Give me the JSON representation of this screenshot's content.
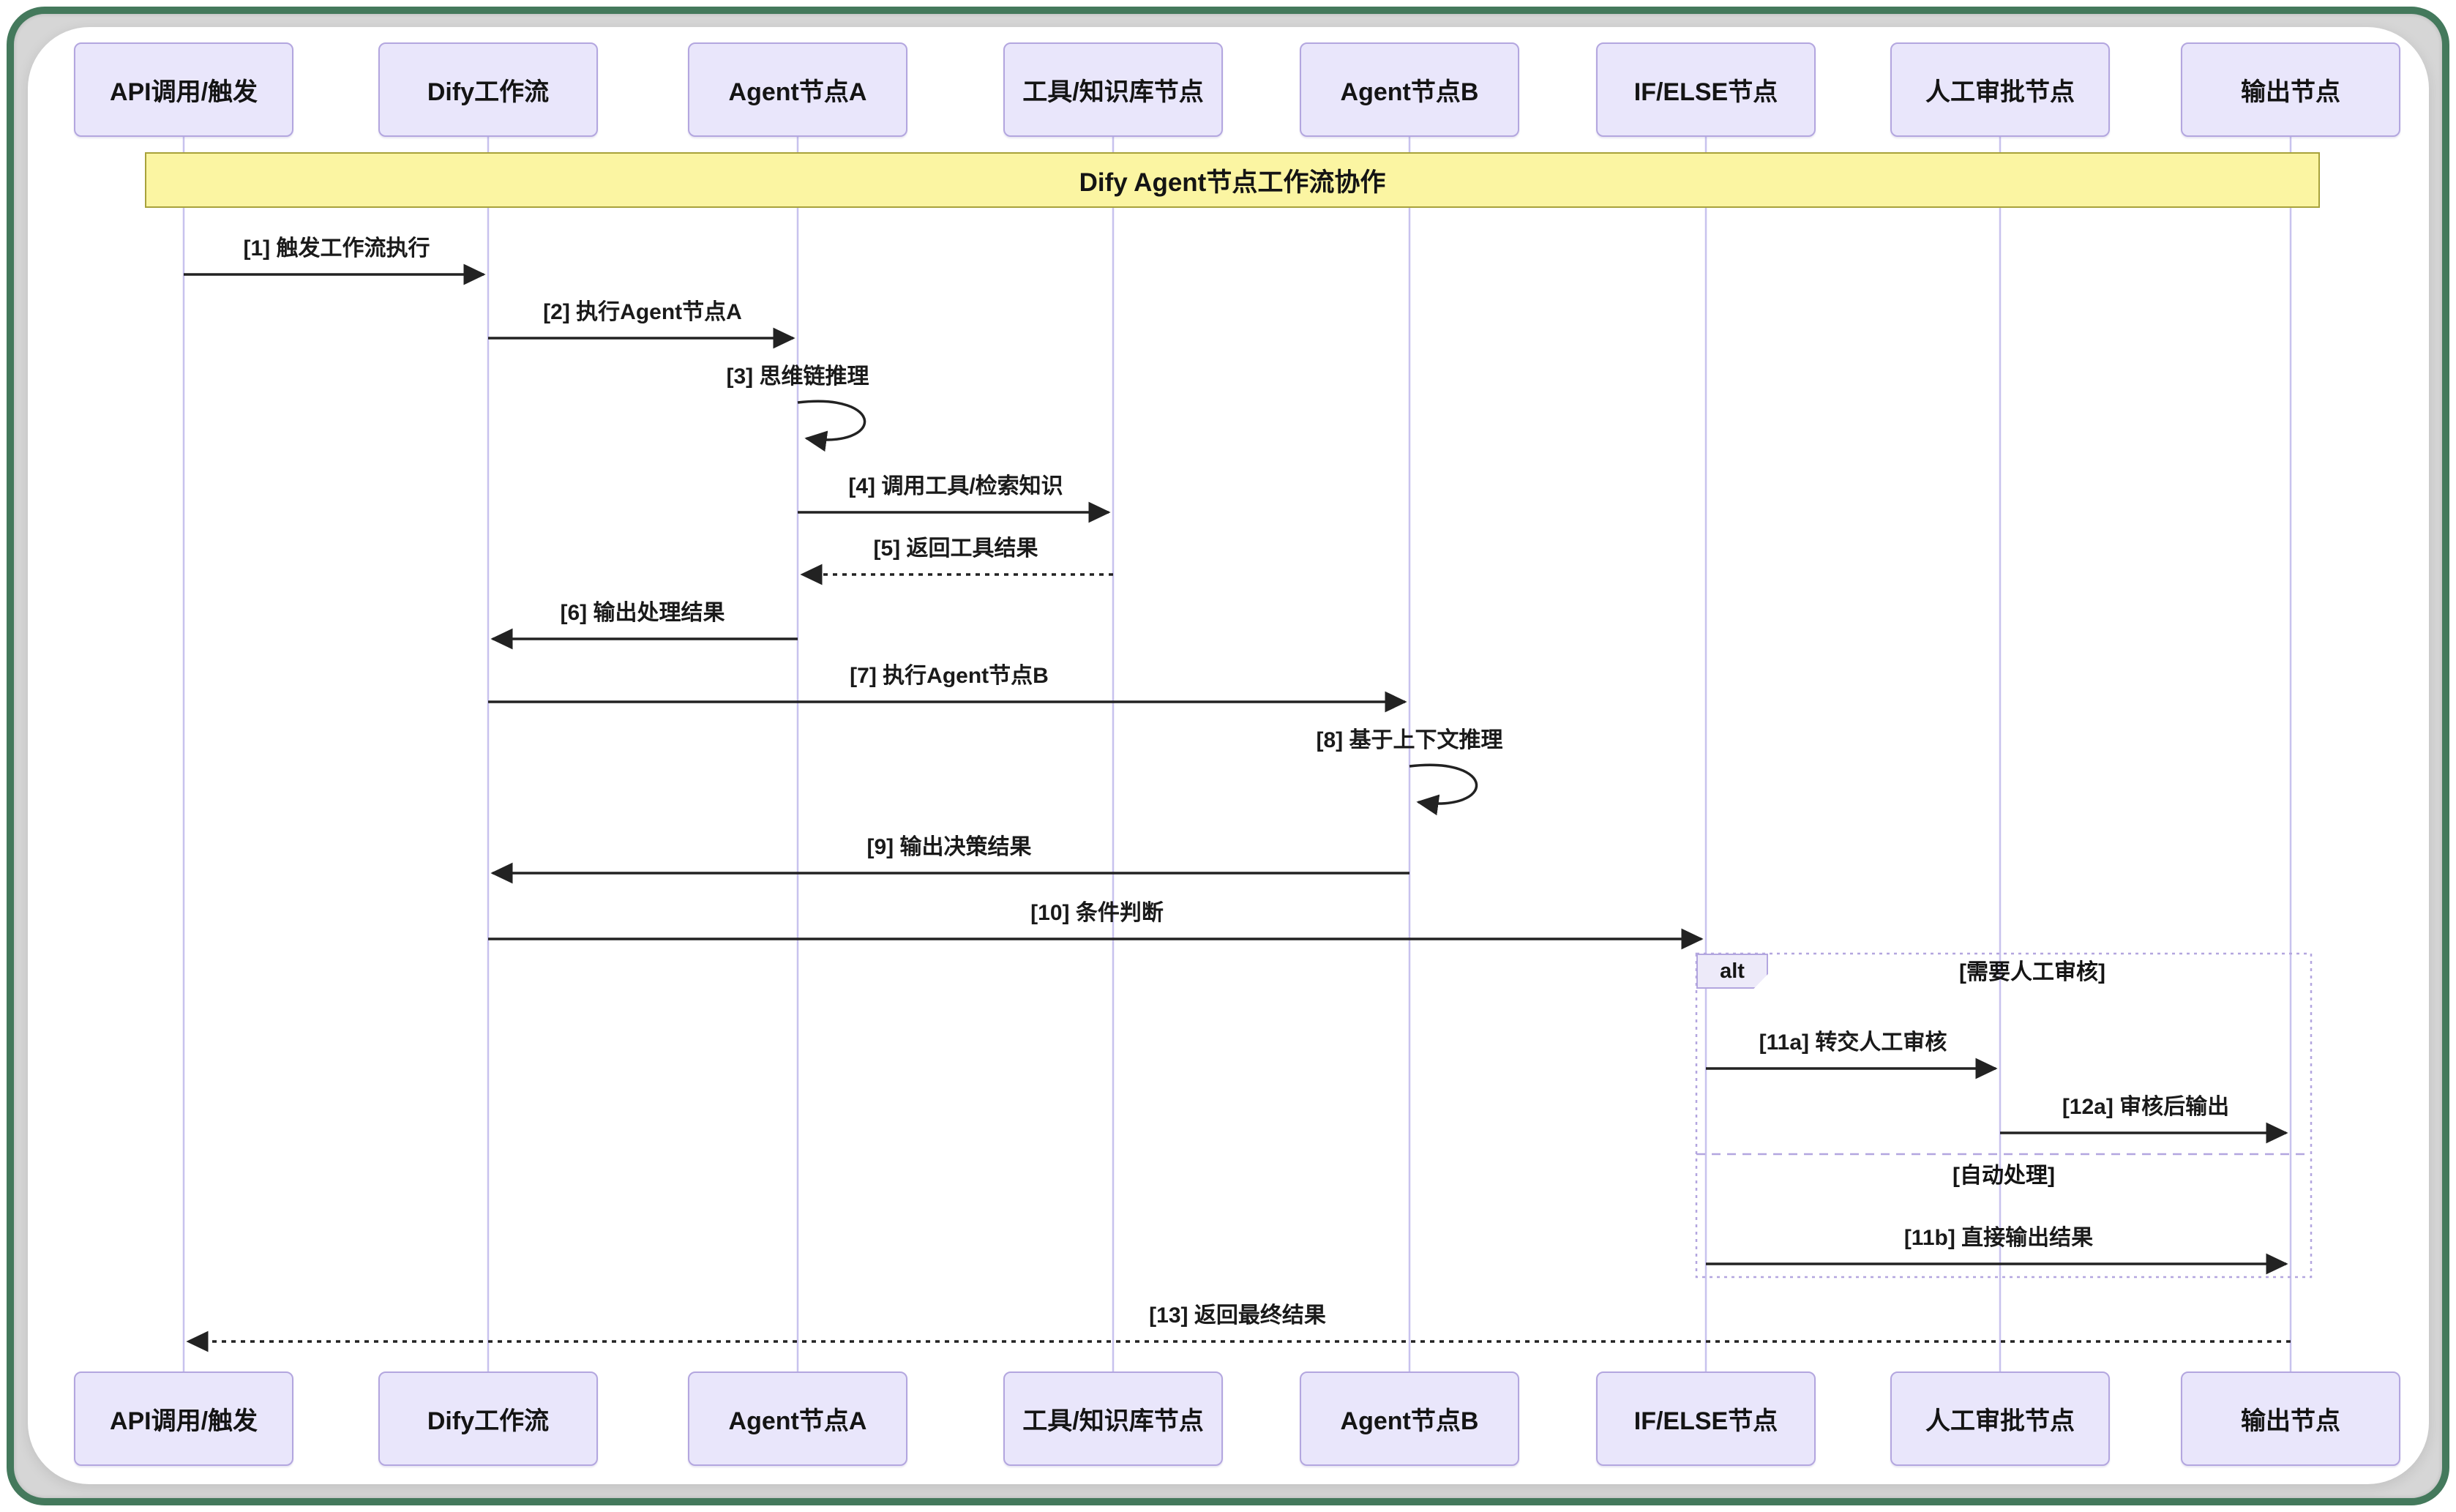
{
  "title_banner": "Dify Agent节点工作流协作",
  "actors": [
    "API调用/触发",
    "Dify工作流",
    "Agent节点A",
    "工具/知识库节点",
    "Agent节点B",
    "IF/ELSE节点",
    "人工审批节点",
    "输出节点"
  ],
  "messages": [
    "[1] 触发工作流执行",
    "[2] 执行Agent节点A",
    "[3] 思维链推理",
    "[4] 调用工具/检索知识",
    "[5] 返回工具结果",
    "[6] 输出处理结果",
    "[7] 执行Agent节点B",
    "[8] 基于上下文推理",
    "[9] 输出决策结果",
    "[10] 条件判断",
    "[11a] 转交人工审核",
    "[12a] 审核后输出",
    "[11b] 直接输出结果",
    "[13] 返回最终结果"
  ],
  "alt_fragment": {
    "operator": "alt",
    "guard_manual_review": "[需要人工审核]",
    "guard_auto": "[自动处理]"
  },
  "colors": {
    "frame_green": "#44795C",
    "mat_gray": "#D6D6D6",
    "actor_fill": "#E9E6FB",
    "actor_border": "#B3A6DF",
    "lifeline": "#C8C2EE",
    "banner_fill": "#FBF5A2",
    "banner_border": "#A8A23B",
    "arrow": "#222222",
    "alt_border": "#B3A6DF"
  }
}
